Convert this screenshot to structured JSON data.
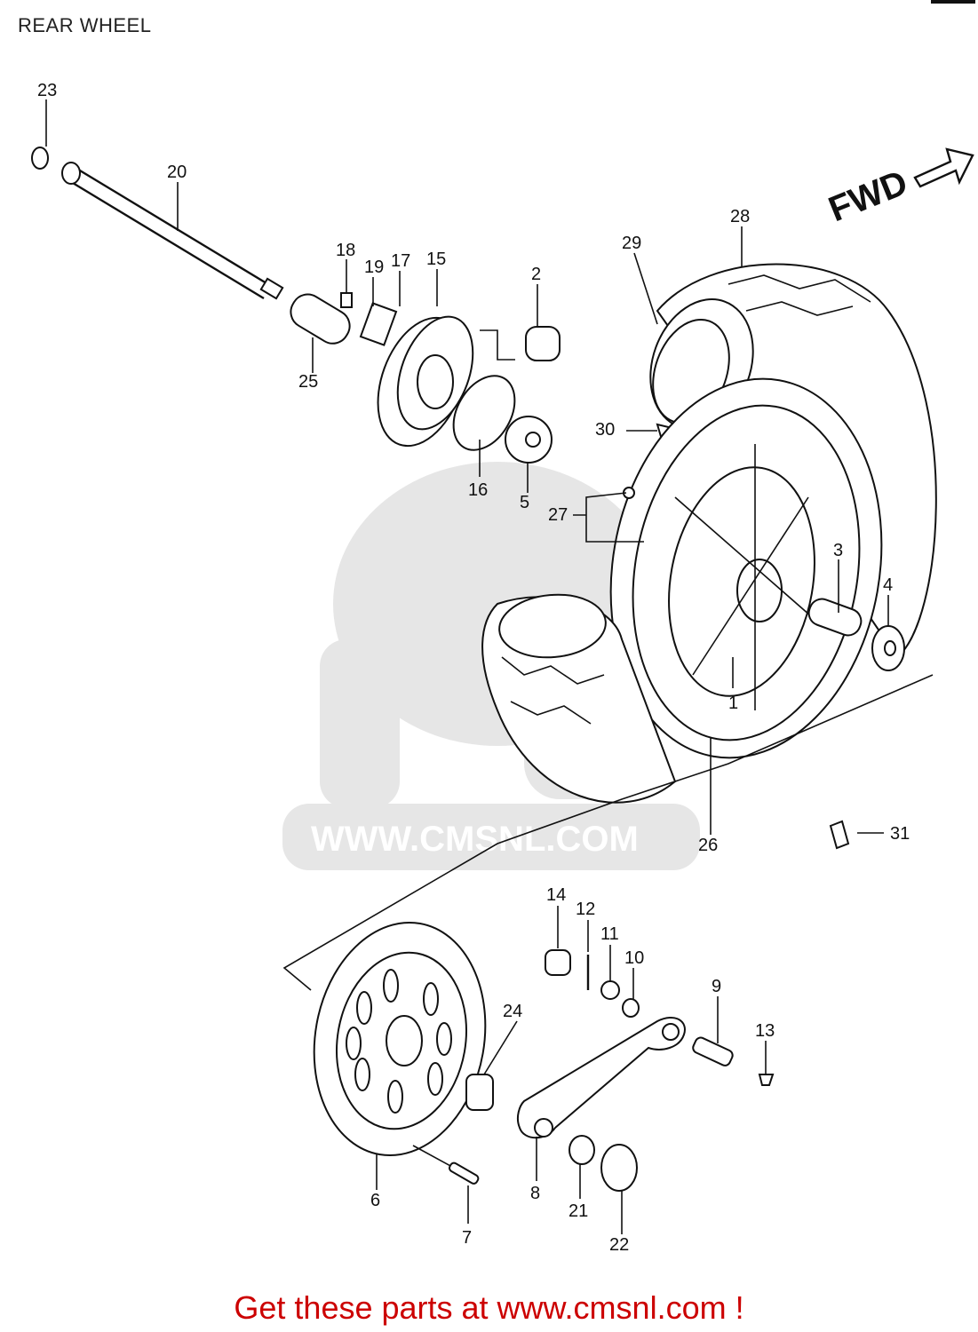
{
  "header": {
    "title": "REAR WHEEL"
  },
  "watermark": {
    "url": "WWW.CMSNL.COM",
    "logo_text": "CMS"
  },
  "diagram": {
    "fwd_label": "FWD",
    "parts": [
      "1",
      "2",
      "3",
      "4",
      "5",
      "6",
      "7",
      "8",
      "9",
      "10",
      "11",
      "12",
      "13",
      "14",
      "15",
      "16",
      "17",
      "18",
      "19",
      "20",
      "21",
      "22",
      "23",
      "24",
      "25",
      "26",
      "27",
      "28",
      "29",
      "30",
      "31"
    ]
  },
  "footer": {
    "text": "Get these parts at www.cmsnl.com !"
  },
  "colors": {
    "footer": "#cc0000",
    "line": "#111111",
    "watermark": "#e6e6e6"
  }
}
